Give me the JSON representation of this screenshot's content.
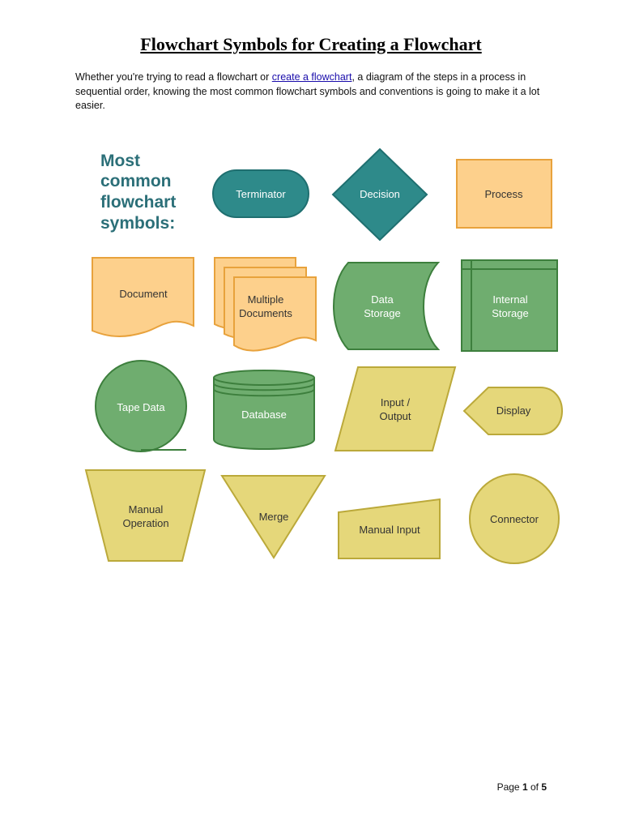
{
  "document": {
    "title": "Flowchart Symbols for Creating a Flowchart",
    "intro": {
      "before_link": "Whether you're trying to read a flowchart or ",
      "link_text": "create a flowchart",
      "after_link": ", a diagram of the steps in a process in sequential order, knowing the most common flowchart symbols and conventions is going to make it a lot easier."
    },
    "footer": {
      "prefix": "Page ",
      "current": "1",
      "middle": " of ",
      "total": "5"
    }
  },
  "diagram": {
    "heading_lines": [
      "Most",
      "common",
      "flowchart",
      "symbols:"
    ],
    "colors": {
      "teal": "#2e8a8a",
      "teal_stroke": "#1f6f70",
      "heading": "#2b6f78",
      "orange": "#fdd08c",
      "orange_stroke": "#e8a23c",
      "green": "#6fad6f",
      "green_stroke": "#3d7f3d",
      "yellow": "#e5d77a",
      "yellow_stroke": "#bba93a",
      "text_dark": "#333333",
      "text_light": "#ffffff"
    },
    "symbols": {
      "terminator": [
        "Terminator"
      ],
      "decision": [
        "Decision"
      ],
      "process": [
        "Process"
      ],
      "document": [
        "Document"
      ],
      "multiple_documents": [
        "Multiple",
        "Documents"
      ],
      "data_storage": [
        "Data",
        "Storage"
      ],
      "internal_storage": [
        "Internal",
        "Storage"
      ],
      "tape_data": [
        "Tape Data"
      ],
      "database": [
        "Database"
      ],
      "input_output": [
        "Input /",
        "Output"
      ],
      "display": [
        "Display"
      ],
      "manual_operation": [
        "Manual",
        "Operation"
      ],
      "merge": [
        "Merge"
      ],
      "manual_input": [
        "Manual Input"
      ],
      "connector": [
        "Connector"
      ]
    }
  }
}
